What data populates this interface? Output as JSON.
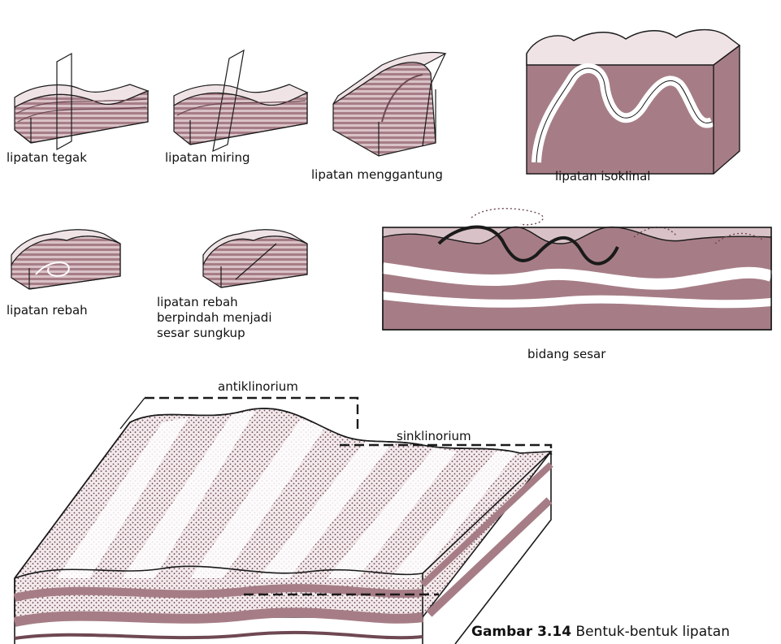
{
  "labels": {
    "tegak": "lipatan tegak",
    "miring": "lipatan miring",
    "menggantung": "lipatan menggantung",
    "isoklinal": "lipatan isoklinal",
    "rebah": "lipatan rebah",
    "rebah_sesar_1": "lipatan rebah",
    "rebah_sesar_2": "berpindah menjadi",
    "rebah_sesar_3": "sesar sungkup",
    "bidang_sesar": "bidang sesar",
    "antiklinorium": "antiklinorium",
    "sinklinorium": "sinklinorium"
  },
  "caption": {
    "number": "Gambar 3.14",
    "text": "Bentuk-bentuk lipatan"
  },
  "colors": {
    "rock": "#a67d86",
    "rock_light": "#d9c2c7",
    "rock_dark": "#6e4852",
    "outline": "#1a1a1a",
    "paper": "#ffffff"
  }
}
